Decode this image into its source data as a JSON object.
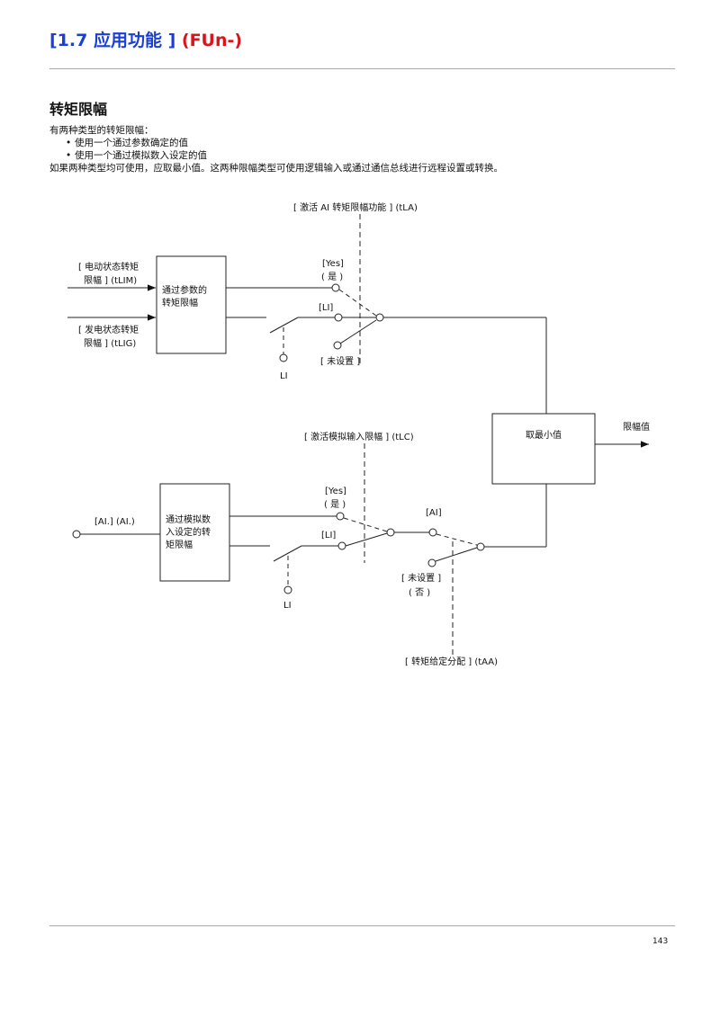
{
  "header": {
    "section_code": "[1.7 应用功能 ]",
    "menu_code": "(FUn-)"
  },
  "section": {
    "title": "转矩限幅",
    "intro": "有两种类型的转矩限幅：",
    "bullets": [
      "使用一个通过参数确定的值",
      "使用一个通过模拟数入设定的值"
    ],
    "note": "如果两种类型均可使用，应取最小值。这两种限幅类型可使用逻辑输入或通过通信总线进行远程设置或转换。"
  },
  "diagram": {
    "tla_label": "[ 激活 AI 转矩限幅功能 ] (tLA)",
    "motor_limit": [
      "[ 电动状态转矩",
      "限幅 ] (tLIM)"
    ],
    "gen_limit": [
      "[ 发电状态转矩",
      "限幅 ] (tLIG)"
    ],
    "param_block": [
      "通过参数的",
      "转矩限幅"
    ],
    "yes": "[Yes]",
    "yes_cn": "( 是 )",
    "li_bracket": "[LI]",
    "not_set": "[ 未设置 ]",
    "li": "LI",
    "min_block": "取最小值",
    "output": "限幅值",
    "tlc_label": "[ 激活模拟输入限幅 ] (tLC)",
    "ai_input": "[AI.] (AI.)",
    "analog_block": [
      "通过模拟数",
      "入设定的转",
      "矩限幅"
    ],
    "ai_bracket": "[AI]",
    "no_cn": "( 否 )",
    "taa_label": "[ 转矩给定分配 ] (tAA)"
  },
  "footer": {
    "page_number": "143"
  }
}
